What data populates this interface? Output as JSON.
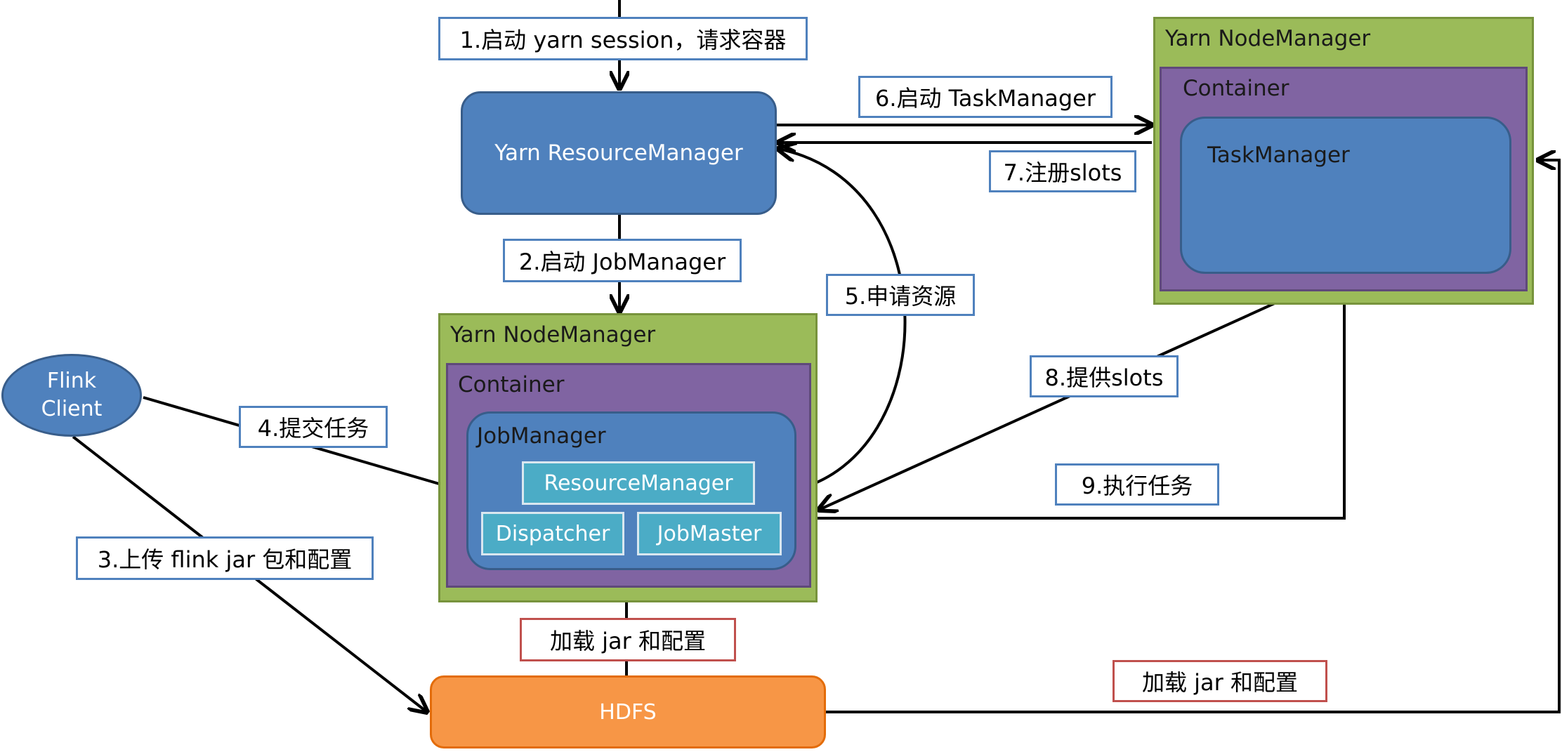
{
  "nodes": {
    "resource_manager": "Yarn ResourceManager",
    "nm_left": {
      "title": "Yarn NodeManager",
      "container": "Container",
      "jobmanager": "JobManager",
      "rm": "ResourceManager",
      "dispatcher": "Dispatcher",
      "jobmaster": "JobMaster"
    },
    "nm_right": {
      "title": "Yarn NodeManager",
      "container": "Container",
      "taskmanager": "TaskManager"
    },
    "client": {
      "line1": "Flink",
      "line2": "Client"
    },
    "hdfs": "HDFS"
  },
  "labels": {
    "step1": "1.启动 yarn session，请求容器",
    "step2": "2.启动 JobManager",
    "step3": "3.上传 flink jar 包和配置",
    "step4": "4.提交任务",
    "step5": "5.申请资源",
    "step6": "6.启动 TaskManager",
    "step7": "7.注册slots",
    "step8": "8.提供slots",
    "step9": "9.执行任务",
    "load_left": "加载 jar 和配置",
    "load_right": "加载 jar 和配置"
  },
  "colors": {
    "blue_box": "#4f81bd",
    "green_box": "#9bbb59",
    "purple_box": "#8064a2",
    "teal_box": "#4bacc6",
    "hdfs": "#f79646",
    "label_border_blue": "#4f81bd",
    "label_border_red": "#c0504d"
  }
}
